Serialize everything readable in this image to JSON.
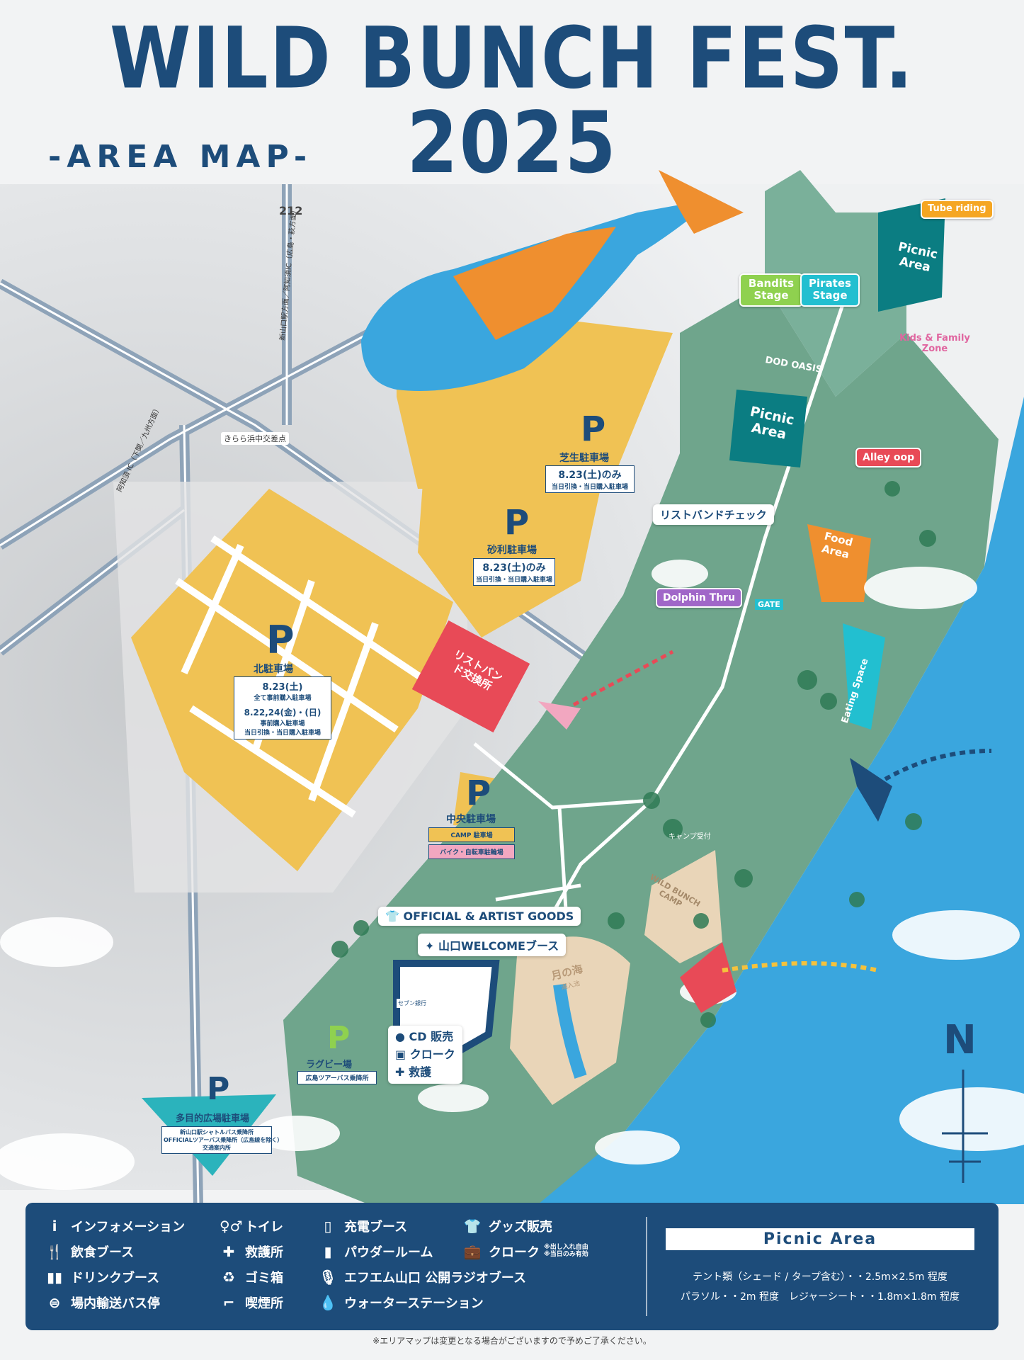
{
  "header": {
    "title": "WILD BUNCH FEST. 2025",
    "subtitle": "-AREA MAP-"
  },
  "roads": {
    "route_number": "212",
    "intersection": "きらら浜中交差点",
    "ic_left": "阿知須 IC（下関／九州方面）",
    "ic_right": "新山口駅方面／阿知須IC（広島・萩方面）"
  },
  "parking": {
    "shiba": {
      "name": "芝生駐車場",
      "date": "8.23(土)のみ",
      "note": "当日引換・当日購入駐車場"
    },
    "jari": {
      "name": "砂利駐車場",
      "date": "8.23(土)のみ",
      "note": "当日引換・当日購入駐車場"
    },
    "kita": {
      "name": "北駐車場",
      "date1": "8.23(土)",
      "note1": "全て事前購入駐車場",
      "date2": "8.22,24(金)・(日)",
      "note2": "事前購入駐車場",
      "note3": "当日引換・当日購入駐車場"
    },
    "chuo": {
      "name": "中央駐車場",
      "camp": "CAMP 駐車場",
      "bike": "バイク・自転車駐輪場"
    },
    "rugby": {
      "name": "ラグビー場",
      "note": "広島ツアーバス乗降所"
    },
    "tamokuteki": {
      "name": "多目的広場駐車場",
      "note1": "新山口駅シャトルバス乗降所",
      "note2": "OFFICIALツアーバス乗降所（広島線を除く）",
      "note3": "交通案内所"
    }
  },
  "p_letter": "P",
  "wristband_exchange": "リストバンド交換所",
  "wristband_check": "リストバンドチェック",
  "stages": {
    "bandits": "Bandits Stage",
    "pirates": "Pirates Stage",
    "tube": "Tube riding",
    "dolphin": "Dolphin Thru",
    "alley": "Alley oop"
  },
  "areas": {
    "picnic_top": "Picnic Area",
    "picnic_mid": "Picnic Area",
    "kids": "Kids & Family Zone",
    "dod": "DOD OASIS",
    "food": "Food Area",
    "eating": "Eating Space",
    "gate": "GATE",
    "camp_reception": "キャンプ受付",
    "camp": "WILD BUNCH CAMP",
    "moon": "月の海",
    "moon_sub": "潮入池",
    "seven": "セブン銀行"
  },
  "booths": {
    "goods": "OFFICIAL & ARTIST GOODS",
    "welcome": "山口WELCOMEブース",
    "cd": "CD 販売",
    "cloak": "クローク",
    "aid": "救護"
  },
  "compass": "N",
  "legend": {
    "items": [
      {
        "icon": "i",
        "label": "インフォメーション"
      },
      {
        "icon": "🍴",
        "label": "飲食ブース"
      },
      {
        "icon": "▮▮",
        "label": "ドリンクブース"
      },
      {
        "icon": "⊜",
        "label": "場内輸送バス停"
      },
      {
        "icon": "♀♂",
        "label": "トイレ"
      },
      {
        "icon": "✚",
        "label": "救護所"
      },
      {
        "icon": "♻",
        "label": "ゴミ箱"
      },
      {
        "icon": "⌐",
        "label": "喫煙所"
      },
      {
        "icon": "▯",
        "label": "充電ブース"
      },
      {
        "icon": "▮",
        "label": "パウダールーム"
      },
      {
        "icon": "🎙",
        "label": "エフエム山口 公開ラジオブース"
      },
      {
        "icon": "💧",
        "label": "ウォーターステーション"
      },
      {
        "icon": "👕",
        "label": "グッズ販売"
      },
      {
        "icon": "💼",
        "label": "クローク"
      }
    ],
    "cloak_note1": "※出し入れ自由",
    "cloak_note2": "※当日のみ有効",
    "picnic_title": "Picnic Area",
    "picnic_rule1": "テント類（シェード / タープ含む）・・2.5m×2.5m 程度",
    "picnic_rule2": "パラソル・・2m 程度　レジャーシート・・1.8m×1.8m 程度"
  },
  "footer_note": "※エリアマップは変更となる場合がございますので予めご了承ください。",
  "colors": {
    "navy": "#1d4c7a",
    "parking": "#f0c254",
    "grass": "#6fa58c",
    "sea": "#3aa6de",
    "wristband": "#e84a57",
    "teal": "#0b7d82",
    "food": "#ef8f2f"
  }
}
